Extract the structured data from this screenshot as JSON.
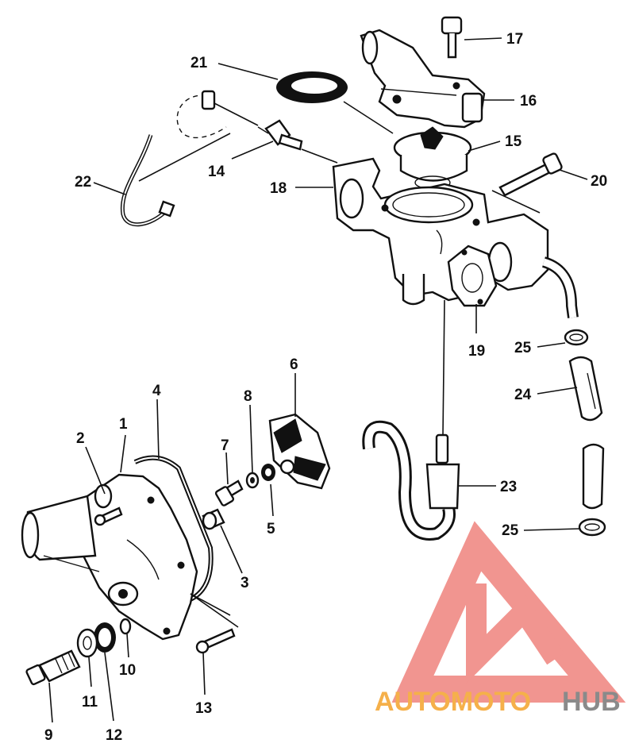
{
  "callouts": [
    "1",
    "2",
    "3",
    "4",
    "5",
    "6",
    "7",
    "8",
    "9",
    "10",
    "11",
    "12",
    "13",
    "14",
    "15",
    "16",
    "17",
    "18",
    "19",
    "20",
    "21",
    "22",
    "23",
    "24",
    "25",
    "25"
  ],
  "watermark": {
    "brand_part1": "AUTOMOTO",
    "brand_part2": "HUB",
    "color_logo": "#f07c78",
    "color_text_orange": "#f5b04a",
    "color_text_grey": "#8a8a8a"
  }
}
